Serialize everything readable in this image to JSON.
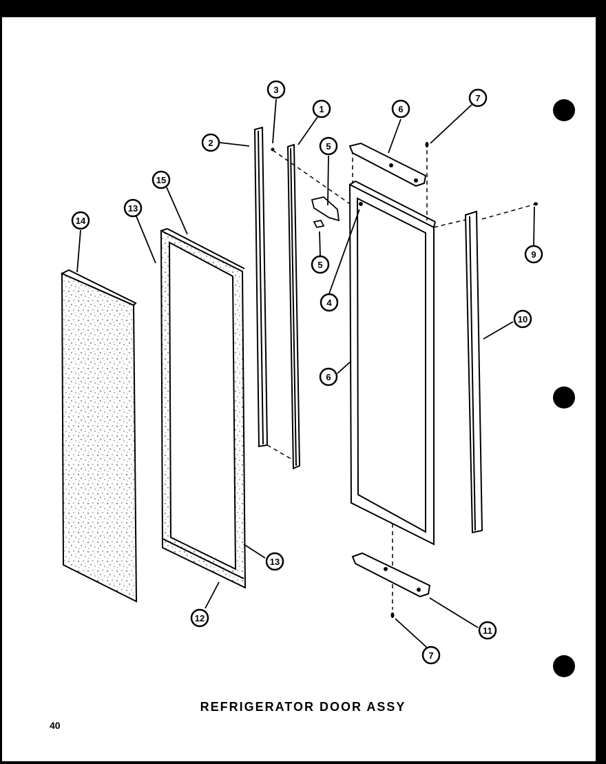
{
  "diagram": {
    "title": "REFRIGERATOR DOOR ASSY",
    "page_number": "40",
    "callouts": [
      "3",
      "1",
      "2",
      "6",
      "7",
      "5",
      "15",
      "13",
      "14",
      "5",
      "9",
      "4",
      "10",
      "6",
      "13",
      "12",
      "11",
      "7"
    ]
  }
}
